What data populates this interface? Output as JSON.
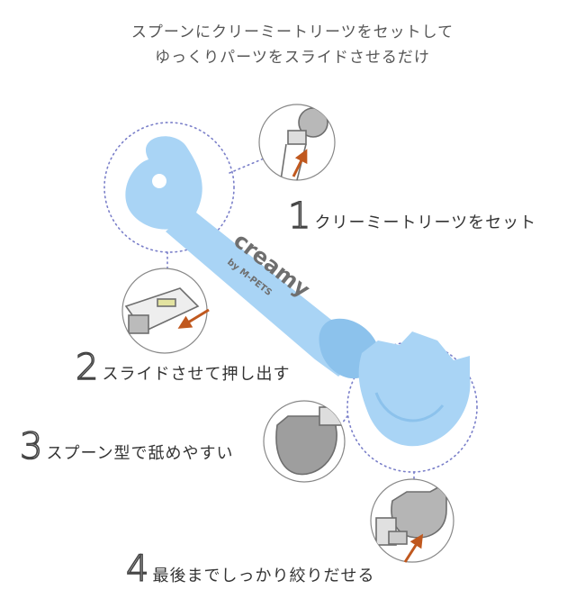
{
  "intro": {
    "line1": "スプーンにクリーミートリーツをセットして",
    "line2": "ゆっくりパーツをスライドさせるだけ"
  },
  "spoon": {
    "brand": "creamy",
    "sub": "by M-PETS",
    "color": "#a9d4f5",
    "shade": "#8cc2ec"
  },
  "steps": [
    {
      "num": "1",
      "label": "クリーミートリーツをセット"
    },
    {
      "num": "2",
      "label": "スライドさせて押し出す"
    },
    {
      "num": "3",
      "label": "スプーン型で舐めやすい"
    },
    {
      "num": "4",
      "label": "最後までしっかり絞りだせる"
    }
  ],
  "colors": {
    "arrow": "#c0581e",
    "dots": "#7a7fc9",
    "illustration": "#6e6e6e"
  }
}
